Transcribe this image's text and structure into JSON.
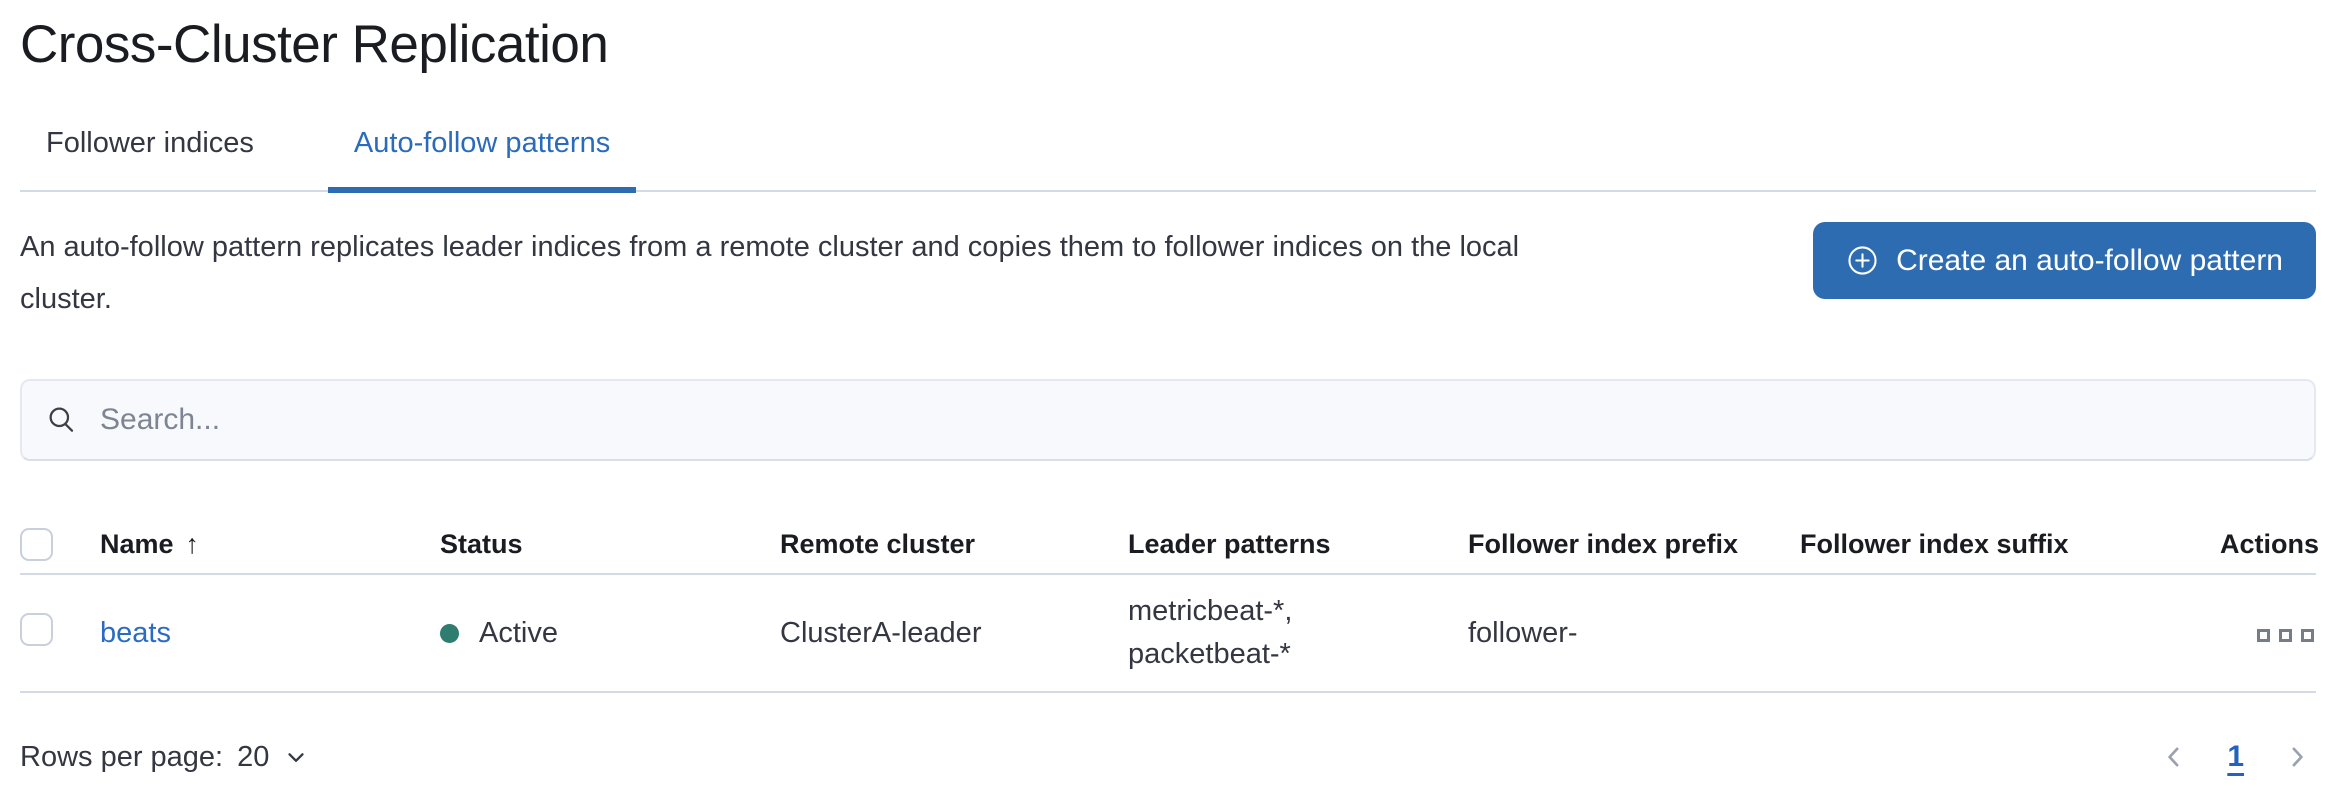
{
  "header": {
    "title": "Cross-Cluster Replication"
  },
  "tabs": {
    "follower_indices": "Follower indices",
    "auto_follow_patterns": "Auto-follow patterns",
    "active_tab": "Auto-follow patterns"
  },
  "intro": {
    "description": "An auto-follow pattern replicates leader indices from a remote cluster and copies them to follower indices on the local cluster.",
    "create_button_label": "Create an auto-follow pattern"
  },
  "search": {
    "placeholder": "Search...",
    "value": ""
  },
  "table": {
    "columns": {
      "name": "Name",
      "status": "Status",
      "remote_cluster": "Remote cluster",
      "leader_patterns": "Leader patterns",
      "follower_index_prefix": "Follower index prefix",
      "follower_index_suffix": "Follower index suffix",
      "actions": "Actions"
    },
    "sort": {
      "column": "Name",
      "direction": "ascending",
      "icon": "↑"
    },
    "rows": [
      {
        "name": "beats",
        "status": "Active",
        "remote_cluster": "ClusterA-leader",
        "leader_patterns": "metricbeat-*, packetbeat-*",
        "follower_index_prefix": "follower-",
        "follower_index_suffix": ""
      }
    ]
  },
  "pagination": {
    "rows_per_page_label": "Rows per page:",
    "rows_per_page_value": "20",
    "current_page": "1"
  },
  "colors": {
    "primary_blue": "#2e6cb2",
    "active_tab_blue": "#2b6bbc",
    "link_blue": "#2b6bc4",
    "status_active_green": "#2f7d6e",
    "border_gray": "#d3dae6",
    "text_dark": "#343741"
  }
}
